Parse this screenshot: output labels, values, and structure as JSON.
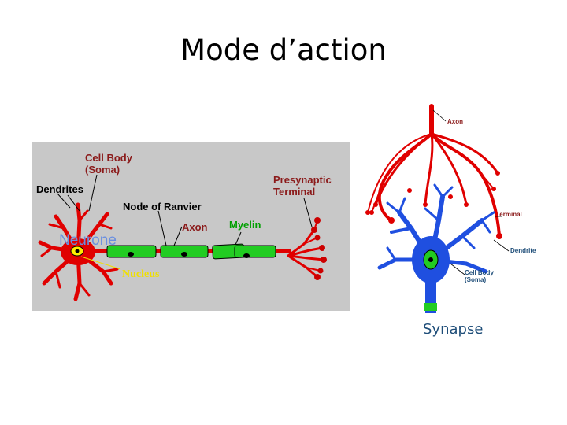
{
  "slide": {
    "title": "Mode d’action"
  },
  "neuron_diagram": {
    "labels": {
      "cell_body": "Cell Body",
      "soma": "(Soma)",
      "dendrites": "Dendrites",
      "presynaptic": "Presynaptic",
      "terminal": "Terminal",
      "node_of_ranvier": "Node of Ranvier",
      "axon": "Axon",
      "myelin": "Myelin",
      "nucleus": "Nucleus",
      "overlay": "Neurone"
    }
  },
  "synapse_diagram": {
    "labels": {
      "axon": "Axon",
      "terminal": "Terminal",
      "dendrite": "Dendrite",
      "cell_body": "Cell Body",
      "soma": "(Soma)"
    },
    "caption": "Synapse"
  },
  "colors": {
    "panel_bg": "#c8c8c8",
    "neuron_red": "#e00000",
    "myelin_green": "#22cc22",
    "synapse_blue": "#1f4fe0",
    "label_maroon": "#8b1a1a",
    "caption_blue": "#1f4e79"
  }
}
